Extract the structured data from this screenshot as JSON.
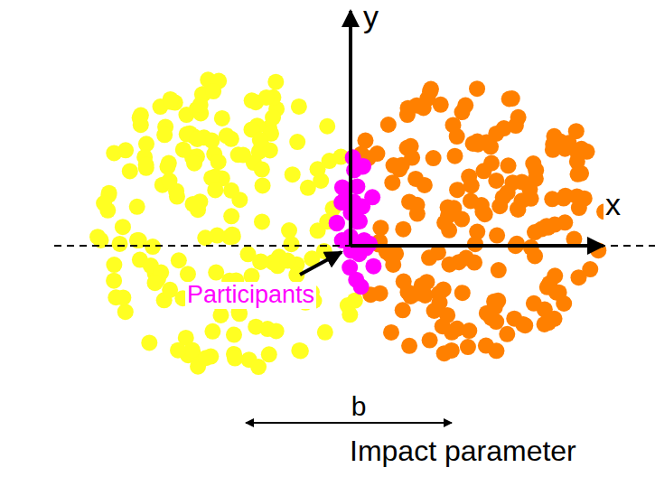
{
  "diagram": {
    "labels": [
      "y",
      "x",
      "Participants",
      "b",
      "Impact parameter"
    ]
  }
}
